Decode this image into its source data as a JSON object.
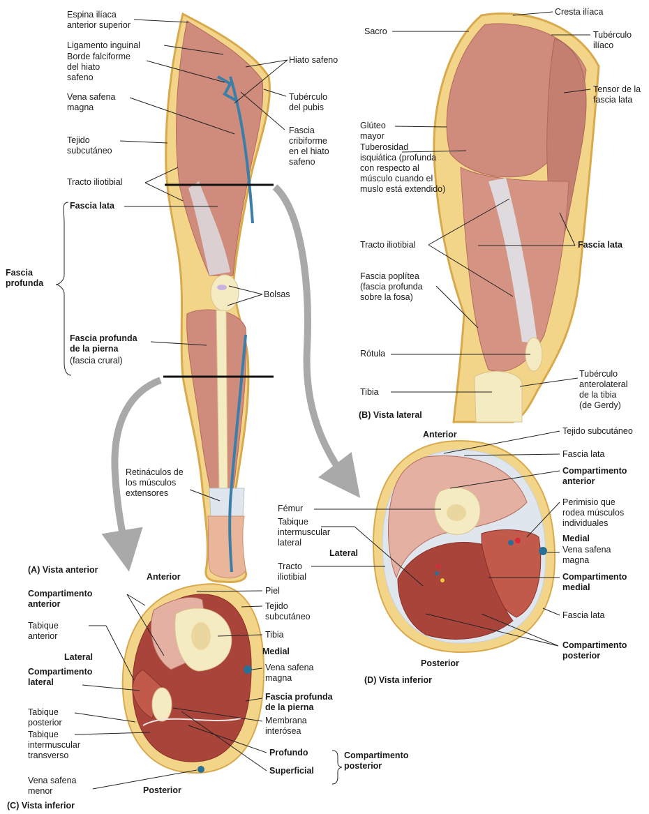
{
  "colors": {
    "skin": "#f3d58a",
    "skin_edge": "#d9a94d",
    "muscle": "#cf8b7c",
    "muscle_dark": "#a9443a",
    "fascia": "#dfe6ee",
    "bone": "#f5ebc3",
    "vein": "#3b7ea8",
    "arrow": "#a9a9a9"
  },
  "panelA": {
    "labels": {
      "espina": "Espina ilíaca\nanterior superior",
      "ligamento": "Ligamento inguinal",
      "borde": "Borde falciforme\ndel hiato\nsafeno",
      "vena": "Vena safena\nmagna",
      "tejido": "Tejido\nsubcutáneo",
      "tracto": "Tracto iliotibial",
      "fascia_lata": "Fascia lata",
      "fascia_profunda": "Fascia\nprofunda",
      "fpp": "Fascia profunda\nde la pierna",
      "crural": "(fascia crural)",
      "hiato": "Hiato safeno",
      "tuberculo": "Tubérculo\ndel pubis",
      "cribiforme": "Fascia\ncribiforme\nen el hiato\nsafeno",
      "bolsas": "Bolsas",
      "retinaculos": "Retináculos de\nlos músculos\nextensores"
    },
    "caption": "(A) Vista anterior"
  },
  "panelB": {
    "labels": {
      "cresta": "Cresta ilíaca",
      "sacro": "Sacro",
      "tub_iliaco": "Tubérculo\nilíaco",
      "tensor": "Tensor de la\nfascia lata",
      "gluteo": "Glúteo\nmayor",
      "tuberosidad": "Tuberosidad\nisquiática (profunda\ncon respecto al\nmúsculo cuando el\nmuslo está extendido)",
      "tracto": "Tracto iliotibial",
      "fascia_lata": "Fascia lata",
      "poplitea": "Fascia poplítea\n(fascia profunda\nsobre la fosa)",
      "rotula": "Rótula",
      "tibia": "Tibia",
      "gerdy": "Tubérculo\nanterolateral\nde la tibia\n(de Gerdy)"
    },
    "caption": "(B) Vista lateral"
  },
  "panelC": {
    "labels": {
      "anterior": "Anterior",
      "comp_anterior": "Compartimento\nanterior",
      "tabique_anterior": "Tabique\nanterior",
      "lateral": "Lateral",
      "comp_lateral": "Compartimento\nlateral",
      "tabique_posterior": "Tabique\nposterior",
      "tabique_transverso": "Tabique\nintermuscular\ntransverso",
      "vena_menor": "Vena safena\nmenor",
      "posterior": "Posterior",
      "piel": "Piel",
      "tejido": "Tejido\nsubcutáneo",
      "tibia": "Tibia",
      "medial": "Medial",
      "vena_magna": "Vena safena\nmagna",
      "fpp": "Fascia profunda\nde la pierna",
      "membrana": "Membrana\ninterósea",
      "profundo": "Profundo",
      "superficial": "Superficial",
      "comp_posterior": "Compartimento\nposterior"
    },
    "caption": "(C) Vista inferior"
  },
  "panelD": {
    "labels": {
      "anterior": "Anterior",
      "tejido": "Tejido subcutáneo",
      "fascia_lata_top": "Fascia lata",
      "comp_anterior": "Compartimento\nanterior",
      "femur": "Fémur",
      "tabique": "Tabique\nintermuscular\nlateral",
      "lateral": "Lateral",
      "tracto": "Tracto\niliotibial",
      "perimisio": "Perimisio que\nrodea músculos\nindividuales",
      "medial": "Medial",
      "vena_magna": "Vena safena\nmagna",
      "comp_medial": "Compartimento\nmedial",
      "fascia_lata_bottom": "Fascia lata",
      "comp_posterior": "Compartimento\nposterior",
      "posterior": "Posterior"
    },
    "caption": "(D) Vista inferior"
  }
}
